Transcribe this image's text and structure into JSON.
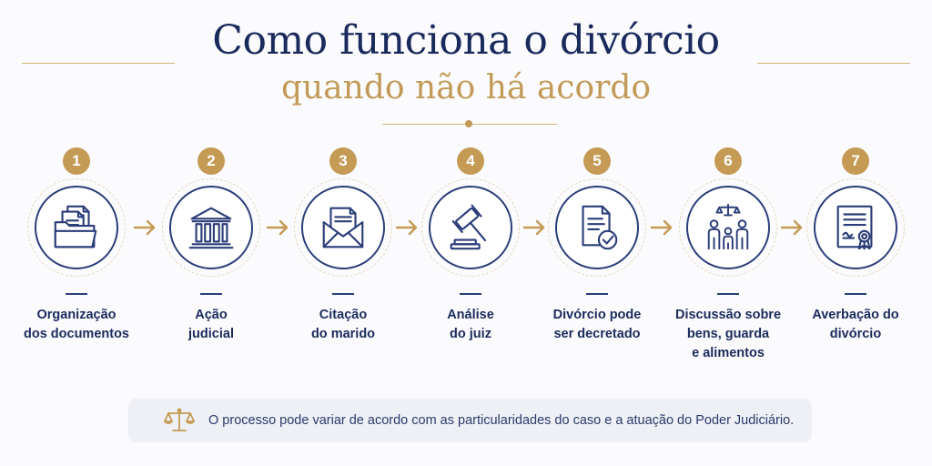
{
  "header": {
    "title": "Como funciona o divórcio",
    "subtitle": "quando não há acordo"
  },
  "steps": [
    {
      "number": "1",
      "icon": "folder-documents-icon",
      "lines": [
        "Organização",
        "dos documentos"
      ]
    },
    {
      "number": "2",
      "icon": "courthouse-icon",
      "lines": [
        "Ação",
        "judicial"
      ]
    },
    {
      "number": "3",
      "icon": "envelope-letter-icon",
      "lines": [
        "Citação",
        "do marido"
      ]
    },
    {
      "number": "4",
      "icon": "gavel-icon",
      "lines": [
        "Análise",
        "do juiz"
      ]
    },
    {
      "number": "5",
      "icon": "document-check-icon",
      "lines": [
        "Divórcio pode",
        "ser decretado"
      ]
    },
    {
      "number": "6",
      "icon": "family-scales-icon",
      "lines": [
        "Discussão sobre",
        "bens, guarda",
        "e alimentos"
      ]
    },
    {
      "number": "7",
      "icon": "certificate-icon",
      "lines": [
        "Averbação do",
        "divórcio"
      ]
    }
  ],
  "note": {
    "icon": "scales-icon",
    "text": "O processo pode variar de acordo com as particularidades do caso e a atuação do Poder Judiciário."
  },
  "colors": {
    "navy": "#1b2a5c",
    "gold": "#c29a58",
    "background": "#fbfbfd",
    "note_background": "#eef0f6"
  }
}
